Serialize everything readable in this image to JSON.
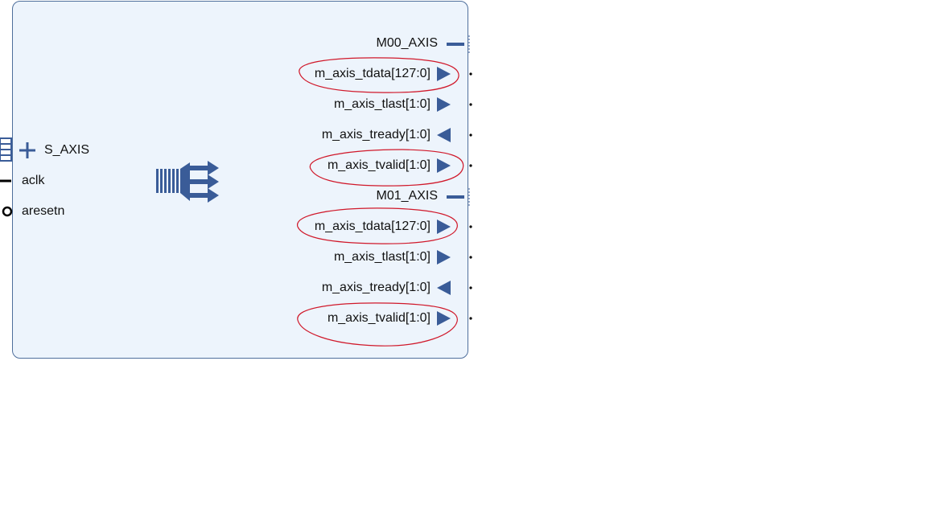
{
  "block": {
    "left_ports": [
      {
        "label": "S_AXIS",
        "kind": "bus"
      },
      {
        "label": "aclk",
        "kind": "clock"
      },
      {
        "label": "aresetn",
        "kind": "reset"
      }
    ],
    "master0": {
      "bus_label": "M00_AXIS",
      "signals": [
        {
          "label": "m_axis_tdata[127:0]",
          "dir": "out",
          "highlighted": true
        },
        {
          "label": "m_axis_tlast[1:0]",
          "dir": "out",
          "highlighted": false
        },
        {
          "label": "m_axis_tready[1:0]",
          "dir": "in",
          "highlighted": false
        },
        {
          "label": "m_axis_tvalid[1:0]",
          "dir": "out",
          "highlighted": true
        }
      ]
    },
    "master1": {
      "bus_label": "M01_AXIS",
      "signals": [
        {
          "label": "m_axis_tdata[127:0]",
          "dir": "out",
          "highlighted": true
        },
        {
          "label": "m_axis_tlast[1:0]",
          "dir": "out",
          "highlighted": false
        },
        {
          "label": "m_axis_tready[1:0]",
          "dir": "in",
          "highlighted": false
        },
        {
          "label": "m_axis_tvalid[1:0]",
          "dir": "out",
          "highlighted": true
        }
      ]
    }
  },
  "colors": {
    "block_fill": "#edf4fc",
    "block_border": "#4f6f9c",
    "pin": "#3a5c98",
    "annotation": "#d0182a"
  },
  "icons": {
    "center": "axis-broadcaster-icon",
    "bus": "plus-icon",
    "clock": "clock-pin-icon",
    "reset": "reset-pin-icon"
  }
}
